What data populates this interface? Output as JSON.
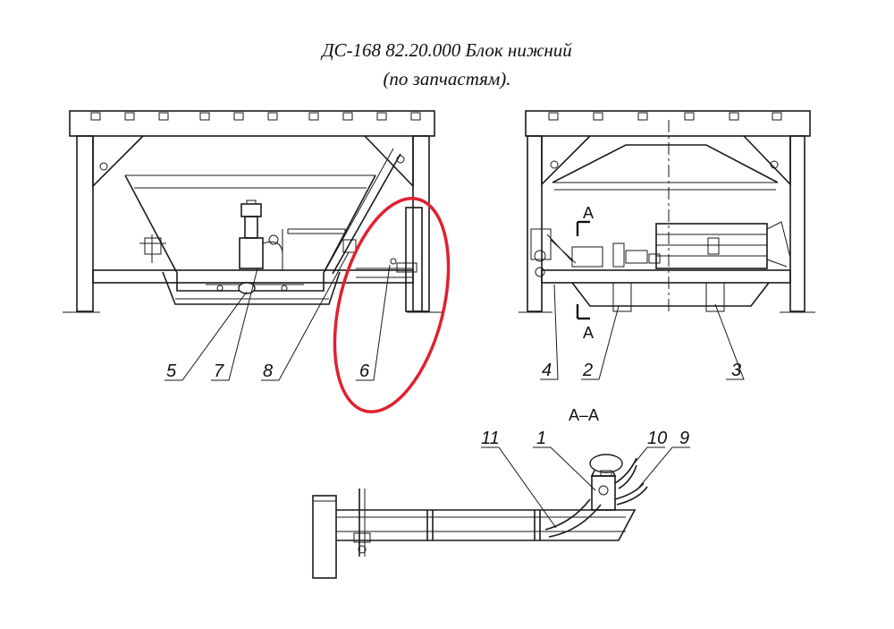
{
  "title": {
    "line1": "ДС-168 82.20.000 Блок нижний",
    "line2": "(по запчастям)."
  },
  "callouts": {
    "front": [
      "5",
      "7",
      "8",
      "6"
    ],
    "side": [
      "4",
      "2",
      "3"
    ],
    "section": [
      "11",
      "1",
      "10",
      "9"
    ]
  },
  "section_marks": {
    "cut_top": "А",
    "cut_bottom": "А",
    "section_view": "А–А"
  },
  "highlight": {
    "target": "6",
    "color": "#e02030"
  }
}
